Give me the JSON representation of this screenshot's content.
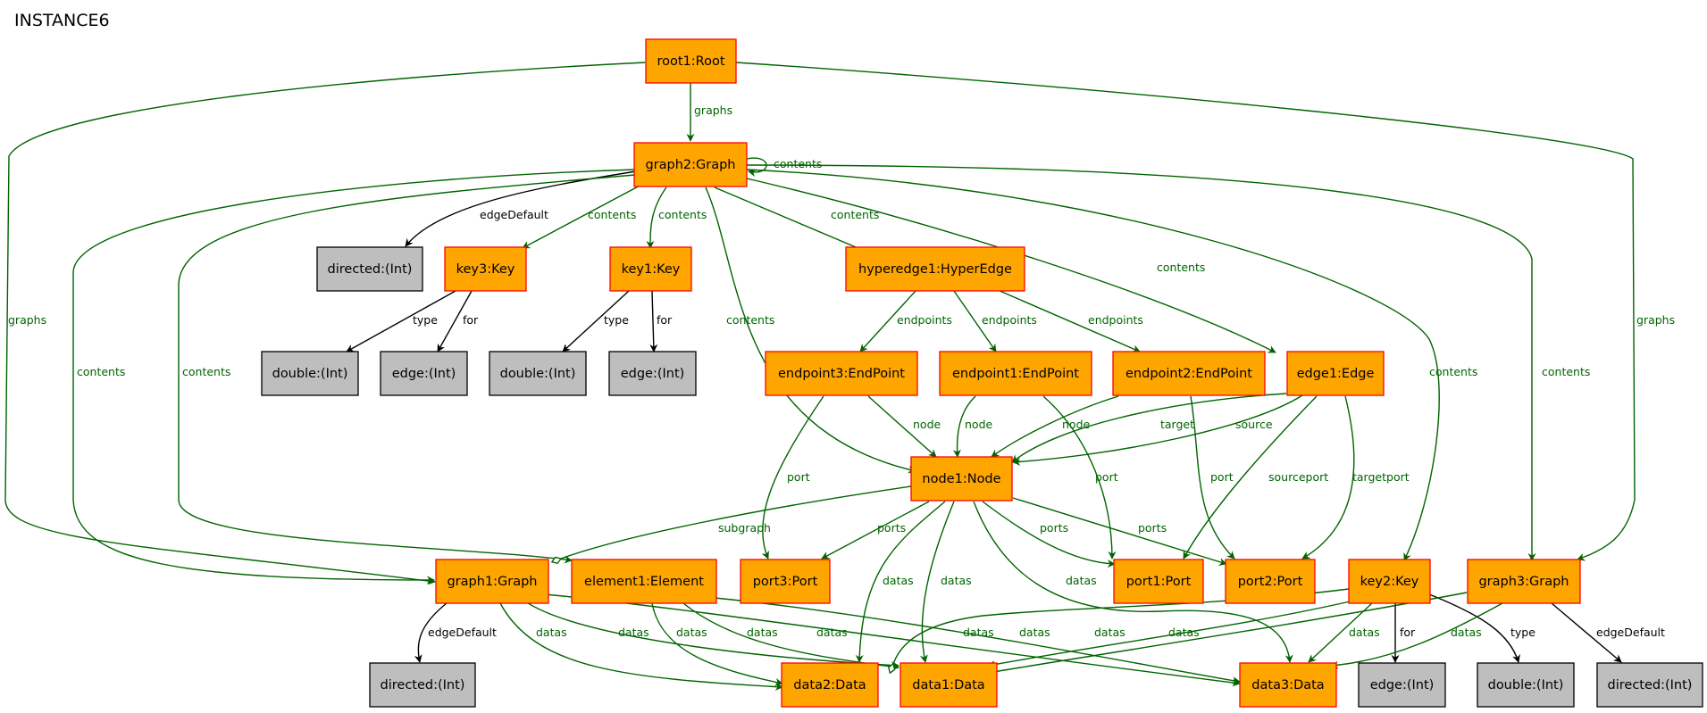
{
  "title": "INSTANCE6",
  "colors": {
    "object_fill": "#FFA500",
    "object_border": "#FF0000",
    "value_fill": "#BEBEBE",
    "value_border": "#000000",
    "containment_edge": "#006400",
    "attribute_edge": "#000000"
  },
  "nodes": {
    "root1": "root1:Root",
    "graph2": "graph2:Graph",
    "directed_a": "directed:(Int)",
    "key3": "key3:Key",
    "key1": "key1:Key",
    "hyperedge1": "hyperedge1:HyperEdge",
    "double_a": "double:(Int)",
    "edge_a": "edge:(Int)",
    "double_b": "double:(Int)",
    "edge_b": "edge:(Int)",
    "endpoint3": "endpoint3:EndPoint",
    "endpoint1": "endpoint1:EndPoint",
    "endpoint2": "endpoint2:EndPoint",
    "edge1": "edge1:Edge",
    "node1": "node1:Node",
    "graph1": "graph1:Graph",
    "element1": "element1:Element",
    "port3": "port3:Port",
    "port1": "port1:Port",
    "port2": "port2:Port",
    "key2": "key2:Key",
    "graph3": "graph3:Graph",
    "directed_b": "directed:(Int)",
    "data2": "data2:Data",
    "data1": "data1:Data",
    "data3": "data3:Data",
    "edge_c": "edge:(Int)",
    "double_c": "double:(Int)",
    "directed_c": "directed:(Int)"
  },
  "edge_labels": {
    "graphs": "graphs",
    "contents": "contents",
    "edgeDefault": "edgeDefault",
    "type": "type",
    "for": "for",
    "endpoints": "endpoints",
    "node": "node",
    "port": "port",
    "target": "target",
    "source": "source",
    "sourceport": "sourceport",
    "targetport": "targetport",
    "subgraph": "subgraph",
    "ports": "ports",
    "datas": "datas"
  }
}
